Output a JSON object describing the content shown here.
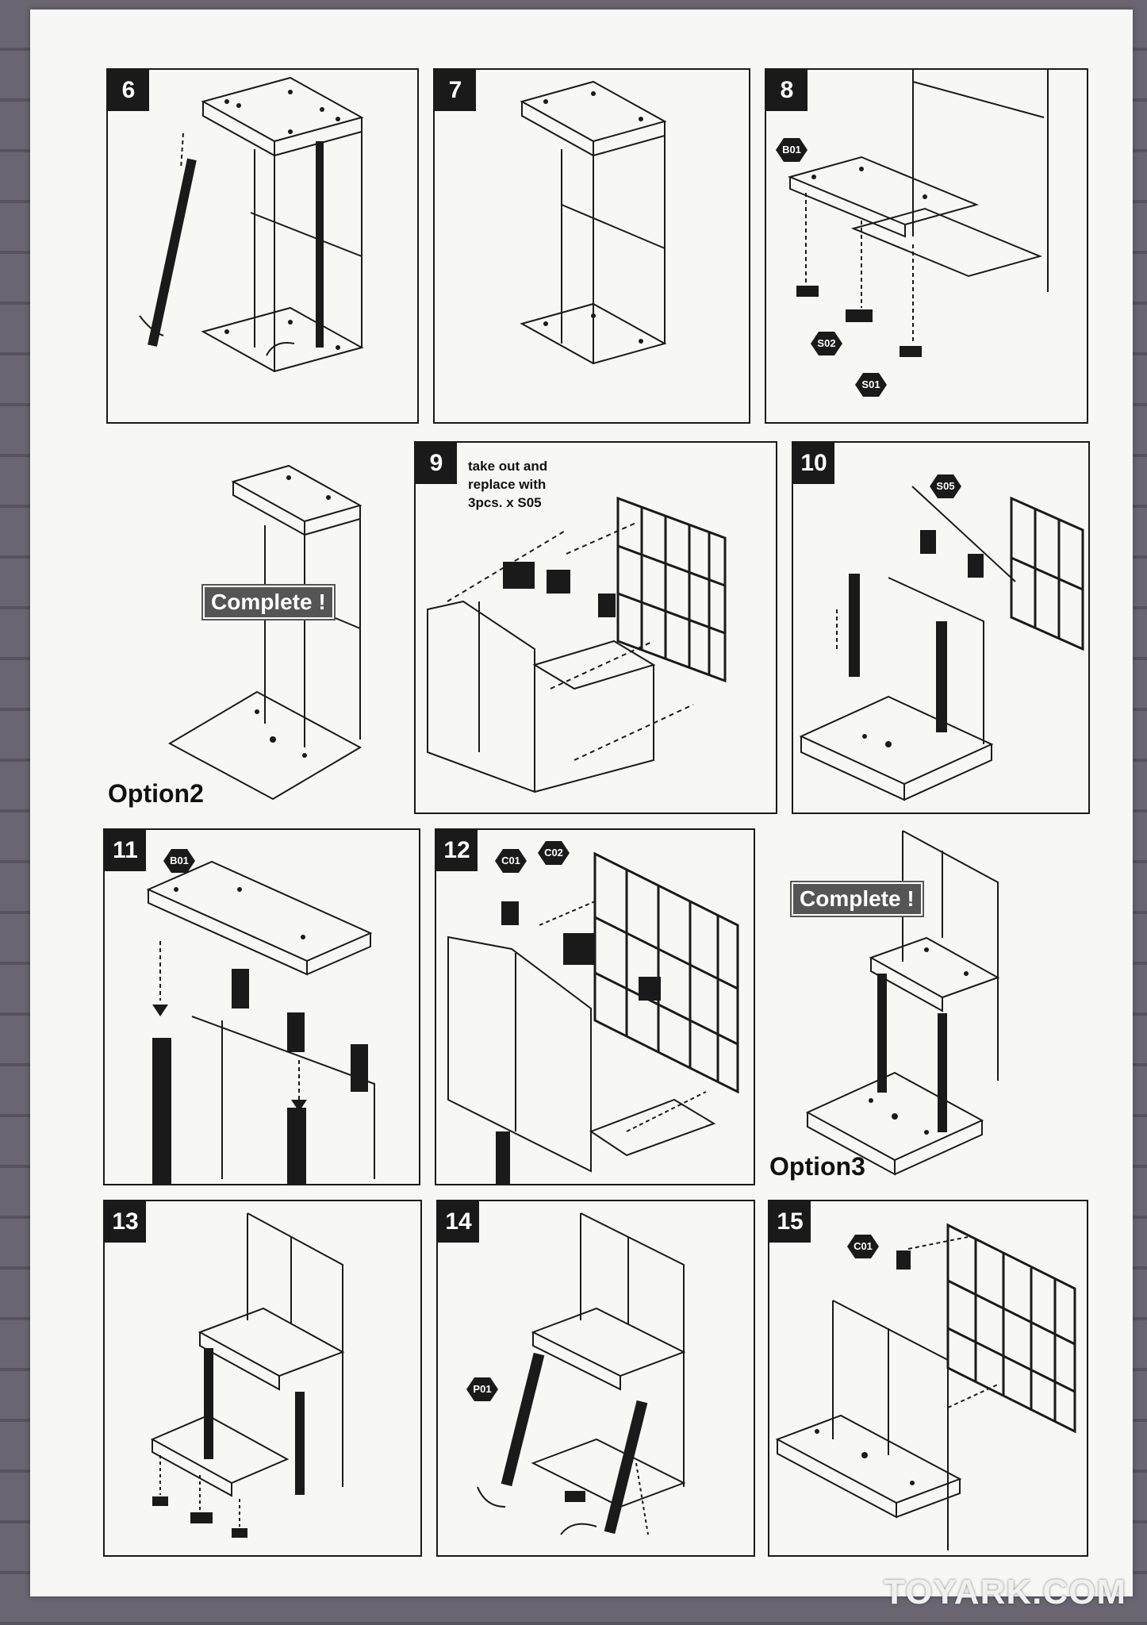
{
  "steps": {
    "s6": "6",
    "s7": "7",
    "s8": "8",
    "s9": "9",
    "s10": "10",
    "s11": "11",
    "s12": "12",
    "s13": "13",
    "s14": "14",
    "s15": "15"
  },
  "labels": {
    "complete_1": "Complete !",
    "complete_2": "Complete !",
    "option2": "Option2",
    "option3": "Option3",
    "step9_note_line1": "take out and",
    "step9_note_line2": "replace with",
    "step9_note_line3": "3pcs. x S05"
  },
  "parts": {
    "b01_a": "B01",
    "s02": "S02",
    "s01": "S01",
    "s05": "S05",
    "b01_b": "B01",
    "c01_a": "C01",
    "c02": "C02",
    "p01": "P01",
    "c01_b": "C01"
  },
  "watermark": "TOYARK.COM",
  "icons": [
    "shelf-isometric-drawing",
    "dashed-arrow-icon",
    "curved-arrow-icon"
  ],
  "colors": {
    "ink": "#1a1a1a",
    "paper": "#f7f7f6",
    "background": "#5e5a63"
  }
}
